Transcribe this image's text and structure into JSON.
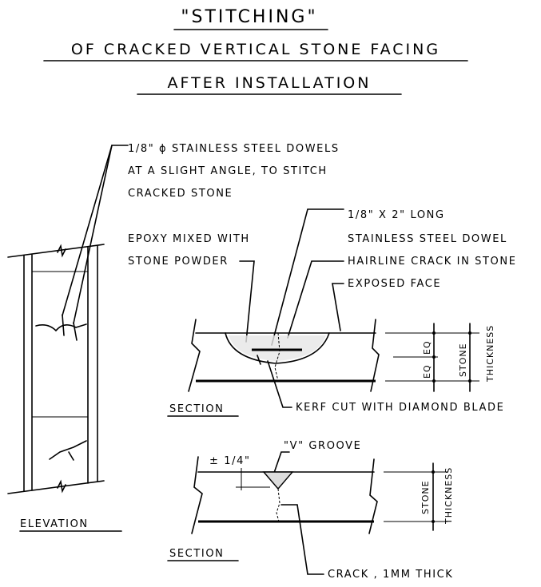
{
  "title": {
    "line1": "\"STITCHING\"",
    "line2": "OF CRACKED VERTICAL STONE FACING",
    "line3": "AFTER INSTALLATION"
  },
  "callouts": {
    "dowels_line1": "1/8\" ϕ STAINLESS STEEL DOWELS",
    "dowels_line2": "AT A SLIGHT ANGLE, TO STITCH",
    "dowels_line3": "CRACKED STONE",
    "dowel_size": "1/8\" X 2\" LONG",
    "dowel_material": "STAINLESS STEEL DOWEL",
    "epoxy_line1": "EPOXY MIXED WITH",
    "epoxy_line2": "STONE POWDER",
    "hairline": "HAIRLINE CRACK IN STONE",
    "exposed": "EXPOSED FACE",
    "kerf": "KERF CUT WITH DIAMOND BLADE",
    "groove": "\"V\" GROOVE",
    "depth": "± 1/4\"",
    "crack": "CRACK , 1MM THICK"
  },
  "dimensions": {
    "eq": "EQ",
    "stone": "STONE",
    "thickness": "THICKNESS"
  },
  "views": {
    "elevation": "ELEVATION",
    "section1": "SECTION",
    "section2": "SECTION"
  }
}
